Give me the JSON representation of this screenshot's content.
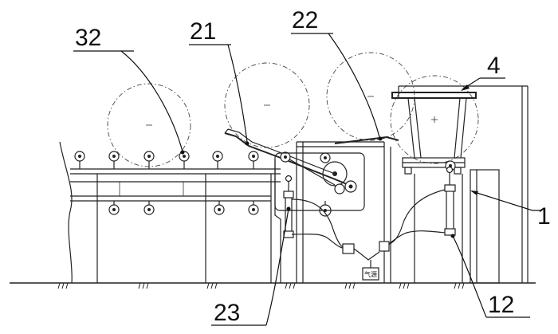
{
  "callouts": [
    {
      "id": "32",
      "label": "32"
    },
    {
      "id": "21",
      "label": "21"
    },
    {
      "id": "22",
      "label": "22"
    },
    {
      "id": "4",
      "label": "4"
    },
    {
      "id": "1",
      "label": "1"
    },
    {
      "id": "23",
      "label": "23"
    },
    {
      "id": "12",
      "label": "12"
    }
  ],
  "gas_source_label": "气源"
}
